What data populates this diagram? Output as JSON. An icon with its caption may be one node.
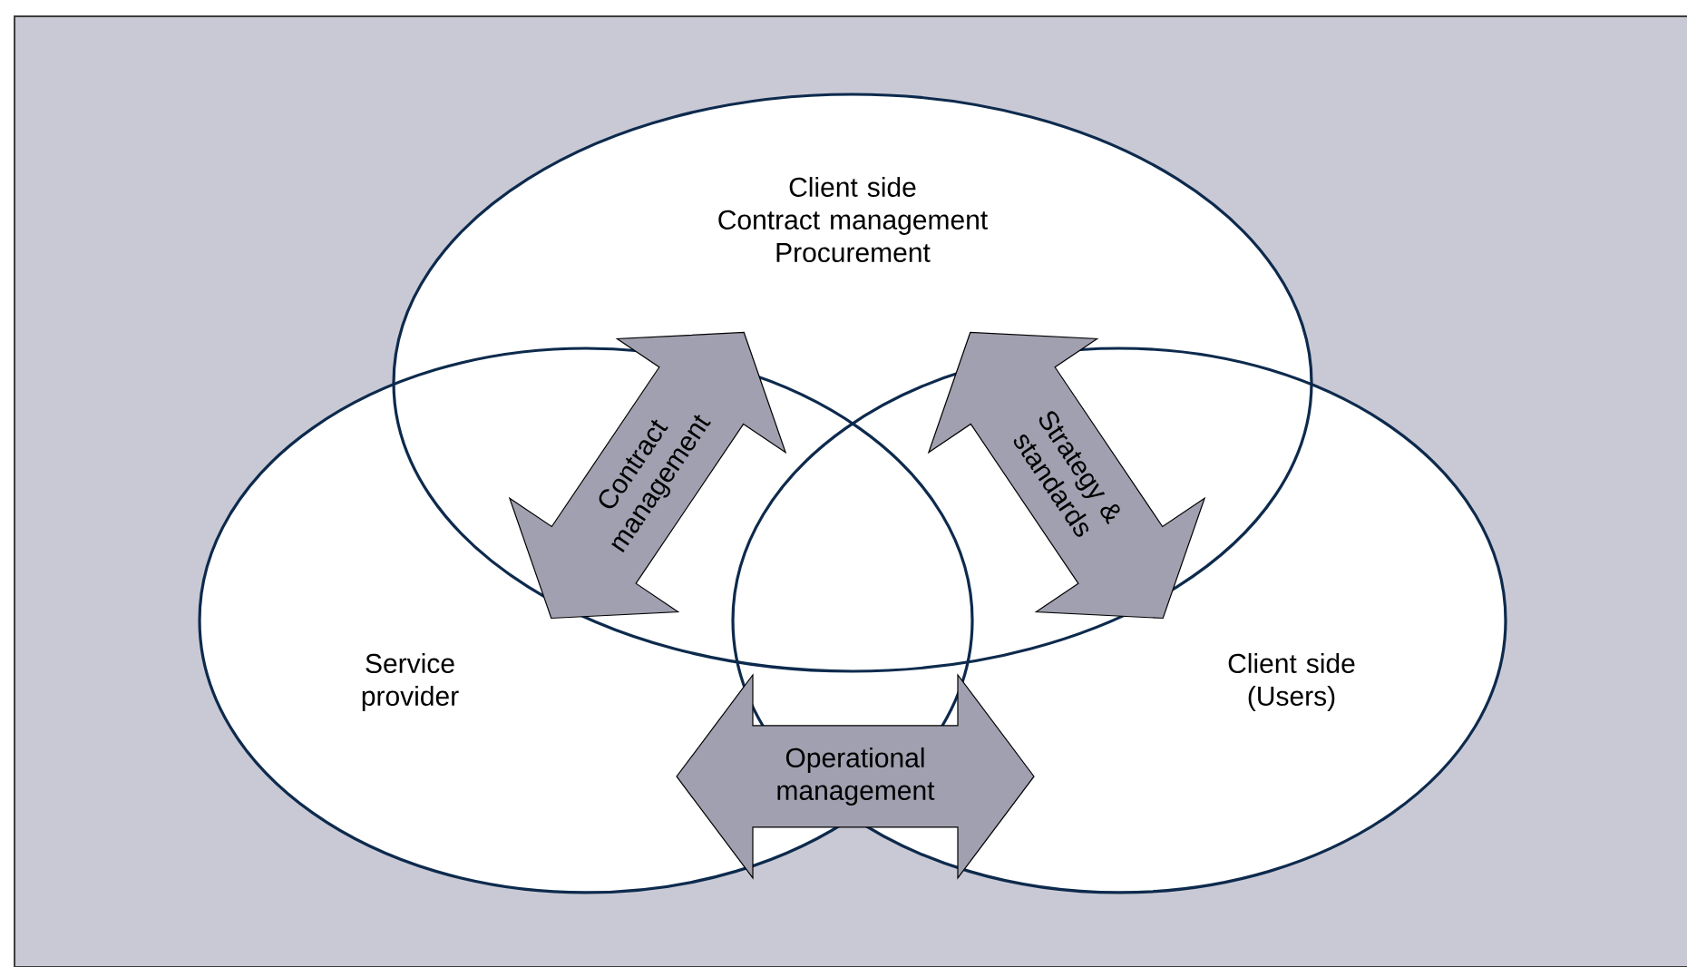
{
  "diagram": {
    "nodes": [
      {
        "text": [
          "Client side",
          "Contract management",
          "Procurement"
        ]
      },
      {
        "text": [
          "Service provider"
        ]
      },
      {
        "text": [
          "Client side (Users)"
        ]
      }
    ],
    "edges": [
      {
        "from": 1,
        "to": 0,
        "arrow": "both",
        "label": "Contract management"
      },
      {
        "from": 0,
        "to": 2,
        "arrow": "both",
        "label": "Strategy & standards"
      },
      {
        "from": 1,
        "to": 2,
        "arrow": "both",
        "label": "Operational management"
      }
    ]
  }
}
